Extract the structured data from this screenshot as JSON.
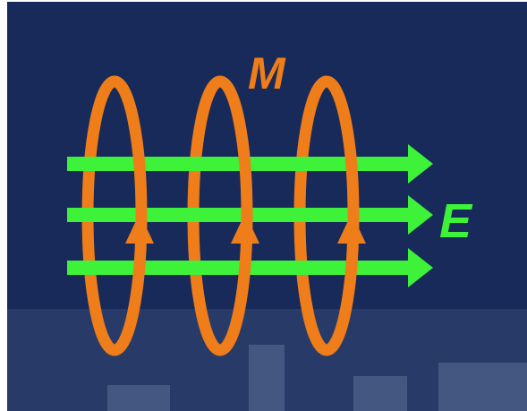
{
  "labels": {
    "magnetic": "M",
    "electric": "E"
  },
  "colors": {
    "background": "#172a5a",
    "loop": "#ee7d1a",
    "arrow": "#3ef23a",
    "label_m": "#ee7d1a",
    "label_e": "#3ef23a",
    "watermark": "#51648a"
  },
  "diagram": {
    "loop_count": 3,
    "field_arrow_count": 3,
    "loop_direction": "up"
  }
}
